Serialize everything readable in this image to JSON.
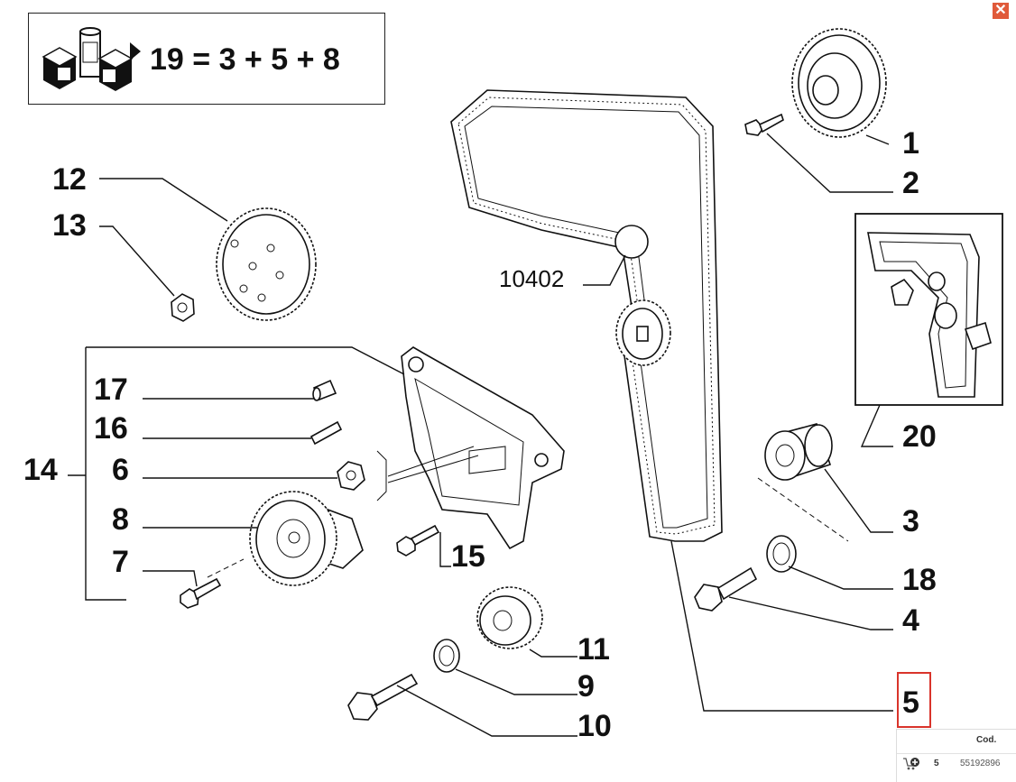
{
  "window": {
    "close_icon": "close-icon"
  },
  "kit_formula": {
    "text": "19 = 3 + 5 + 8",
    "icon": "parts-kit-icon"
  },
  "callouts": {
    "c1": "1",
    "c2": "2",
    "c3": "3",
    "c4": "4",
    "c5": "5",
    "c6": "6",
    "c7": "7",
    "c8": "8",
    "c9": "9",
    "c10": "10",
    "c11": "11",
    "c12": "12",
    "c13": "13",
    "c14": "14",
    "c15": "15",
    "c16": "16",
    "c17": "17",
    "c18": "18",
    "c20": "20"
  },
  "reference": "10402",
  "selected_callout": "5",
  "info_panel": {
    "header": "Cod.",
    "row": {
      "position": "5",
      "code": "55192896",
      "cart_icon": "add-to-cart-icon"
    }
  },
  "colors": {
    "selection": "#d9342b",
    "close": "#e05a3a"
  }
}
